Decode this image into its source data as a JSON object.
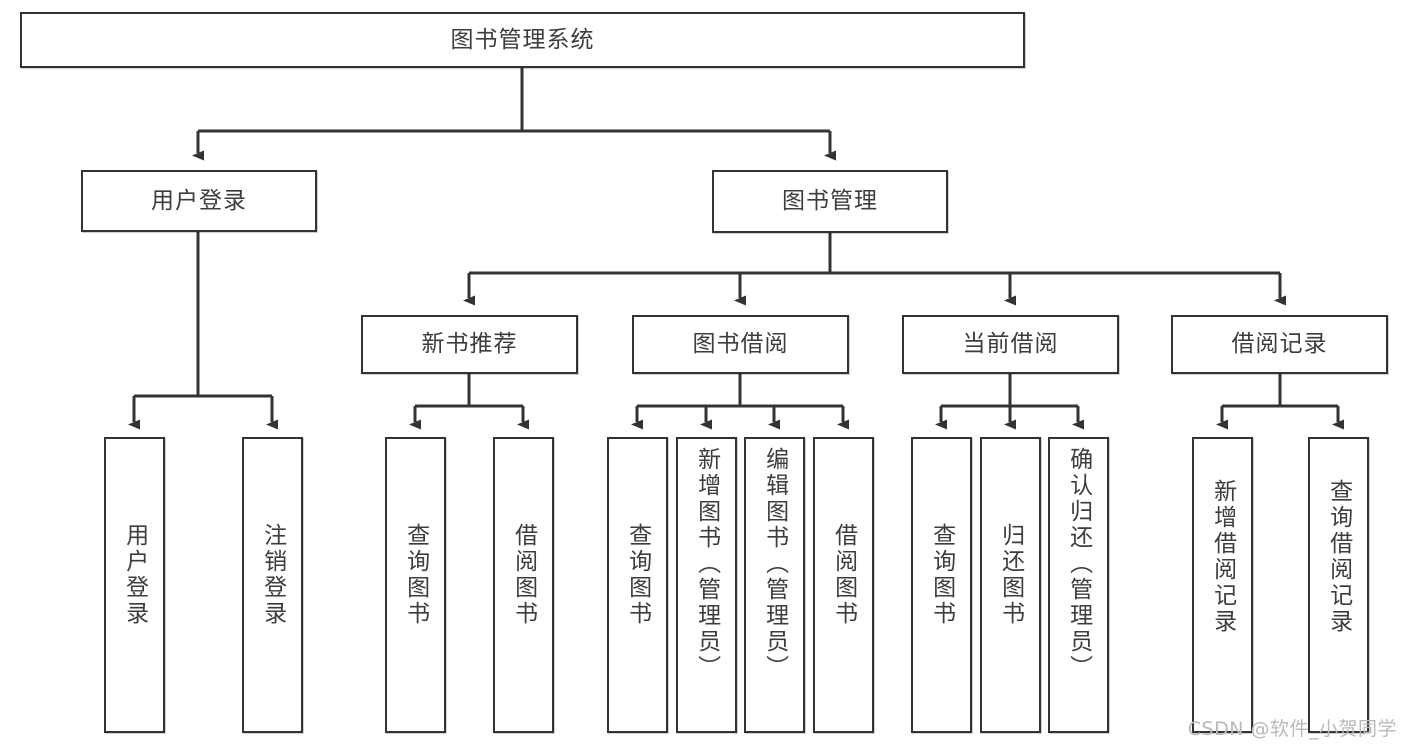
{
  "diagram": {
    "type": "hierarchy-tree",
    "title": "图书管理系统",
    "watermark": "CSDN @软件_小贺同学",
    "colors": {
      "box_border": "#333333",
      "box_fill": "#ffffff",
      "text": "#3d3d3d",
      "connector": "#333333",
      "watermark": "#b9b9b9"
    },
    "nodes": {
      "root": {
        "label": "图书管理系统",
        "level": 1,
        "orientation": "horizontal"
      },
      "l2": [
        {
          "id": "user-login",
          "label": "用户登录",
          "level": 2,
          "orientation": "horizontal"
        },
        {
          "id": "book-management",
          "label": "图书管理",
          "level": 2,
          "orientation": "horizontal"
        }
      ],
      "l3": [
        {
          "id": "new-book-recommend",
          "label": "新书推荐",
          "level": 3,
          "orientation": "horizontal"
        },
        {
          "id": "book-borrow",
          "label": "图书借阅",
          "level": 3,
          "orientation": "horizontal"
        },
        {
          "id": "current-borrow",
          "label": "当前借阅",
          "level": 3,
          "orientation": "horizontal"
        },
        {
          "id": "borrow-record",
          "label": "借阅记录",
          "level": 3,
          "orientation": "horizontal"
        }
      ],
      "leaves": [
        {
          "id": "leaf-user-login",
          "label": "用户登录",
          "parent": "user-login",
          "orientation": "vertical"
        },
        {
          "id": "leaf-user-logout",
          "label": "注销登录",
          "parent": "user-login",
          "orientation": "vertical"
        },
        {
          "id": "leaf-query-book-1",
          "label": "查询图书",
          "parent": "new-book-recommend",
          "orientation": "vertical"
        },
        {
          "id": "leaf-borrow-book-1",
          "label": "借阅图书",
          "parent": "new-book-recommend",
          "orientation": "vertical"
        },
        {
          "id": "leaf-query-book-2",
          "label": "查询图书",
          "parent": "book-borrow",
          "orientation": "vertical"
        },
        {
          "id": "leaf-add-book",
          "label": "新增图书（管理员）",
          "parent": "book-borrow",
          "orientation": "vertical"
        },
        {
          "id": "leaf-edit-book",
          "label": "编辑图书（管理员）",
          "parent": "book-borrow",
          "orientation": "vertical"
        },
        {
          "id": "leaf-borrow-book-2",
          "label": "借阅图书",
          "parent": "book-borrow",
          "orientation": "vertical"
        },
        {
          "id": "leaf-query-book-3",
          "label": "查询图书",
          "parent": "current-borrow",
          "orientation": "vertical"
        },
        {
          "id": "leaf-return-book",
          "label": "归还图书",
          "parent": "current-borrow",
          "orientation": "vertical"
        },
        {
          "id": "leaf-confirm-return",
          "label": "确认归还（管理员）",
          "parent": "current-borrow",
          "orientation": "vertical"
        },
        {
          "id": "leaf-add-record",
          "label": "新增借阅记录",
          "parent": "borrow-record",
          "orientation": "vertical"
        },
        {
          "id": "leaf-query-record",
          "label": "查询借阅记录",
          "parent": "borrow-record",
          "orientation": "vertical"
        }
      ]
    }
  }
}
